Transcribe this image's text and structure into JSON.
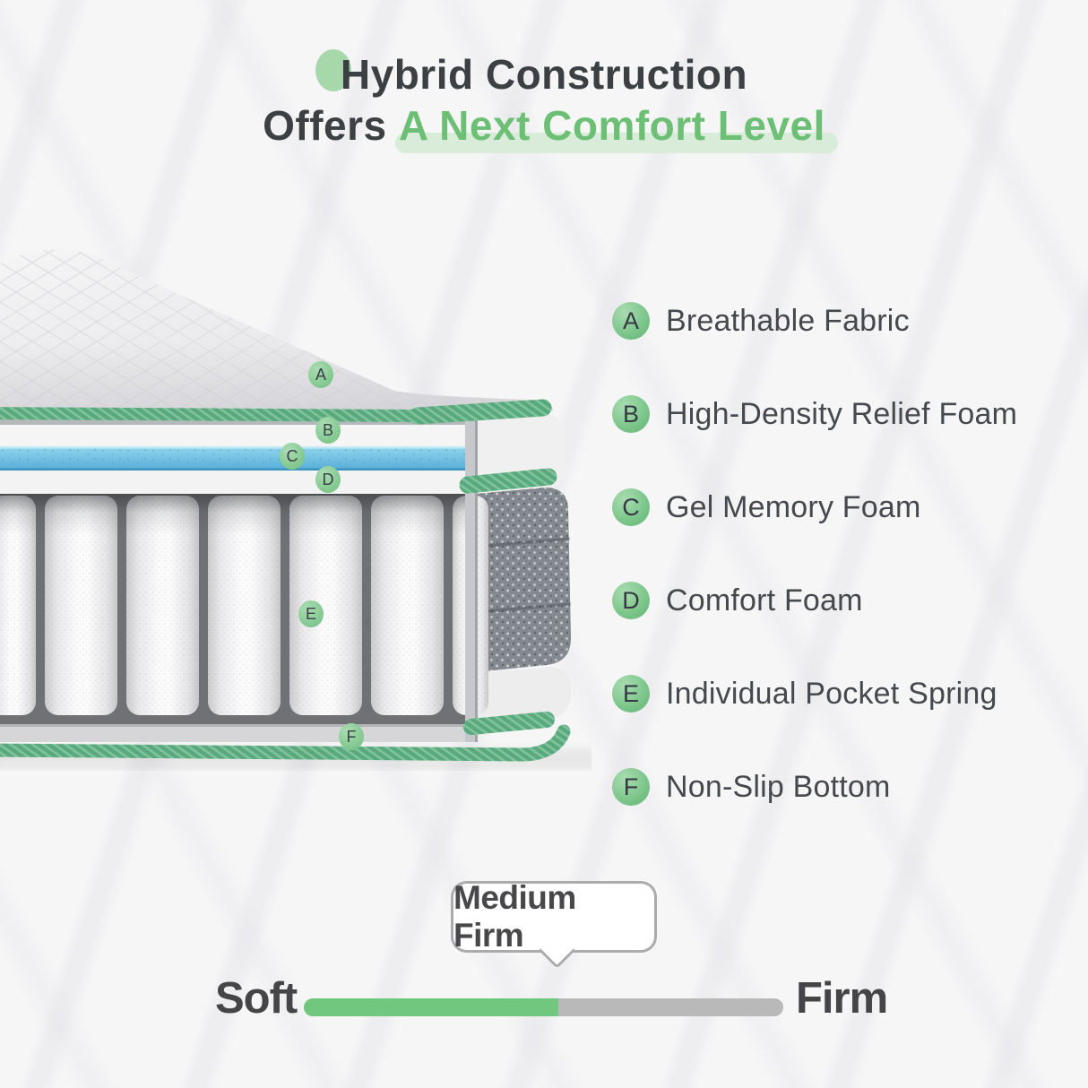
{
  "title": {
    "line1": "Hybrid Construction",
    "line2_prefix": "Offers ",
    "line2_highlight": "A Next Comfort Level"
  },
  "layers": [
    {
      "letter": "A",
      "label": "Breathable Fabric"
    },
    {
      "letter": "B",
      "label": "High-Density Relief Foam"
    },
    {
      "letter": "C",
      "label": "Gel Memory Foam"
    },
    {
      "letter": "D",
      "label": "Comfort Foam"
    },
    {
      "letter": "E",
      "label": "Individual Pocket Spring"
    },
    {
      "letter": "F",
      "label": "Non-Slip Bottom"
    }
  ],
  "firmness": {
    "soft_label": "Soft",
    "firm_label": "Firm",
    "value_label": "Medium Firm",
    "fill_percent": 53
  },
  "colors": {
    "accent_green_text": "#6cbf74",
    "light_green_dot": "#a7d8ac",
    "highlight_bar_green": "#d9ecd9",
    "badge_green": "#7cc98a",
    "piping_green": "#58a97e",
    "gel_blue": "#55aed8",
    "bar_green": "#72c77e",
    "bar_gray": "#b9b9b9",
    "side_fabric_gray": "#84898f",
    "text_dark": "#3c4043"
  }
}
